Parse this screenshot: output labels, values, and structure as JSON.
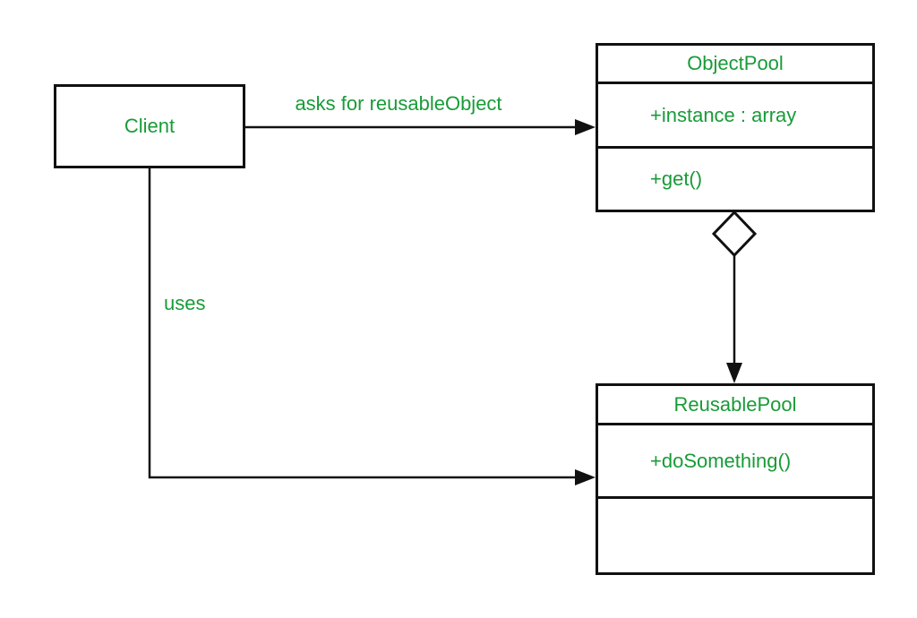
{
  "diagram": {
    "kind": "uml-class-diagram",
    "colors": {
      "text_accent": "#189b38",
      "line": "#111111",
      "background": "#ffffff"
    },
    "classes": {
      "client": {
        "name": "Client"
      },
      "object_pool": {
        "name": "ObjectPool",
        "attributes": [
          "+instance : array"
        ],
        "methods": [
          "+get()"
        ]
      },
      "reusable_pool": {
        "name": "ReusablePool",
        "methods": [
          "+doSomething()"
        ],
        "empty_compartment": ""
      }
    },
    "relationships": {
      "asks": {
        "label": "asks for reusableObject"
      },
      "uses": {
        "label": "uses"
      },
      "aggregation": {
        "label": ""
      }
    }
  }
}
